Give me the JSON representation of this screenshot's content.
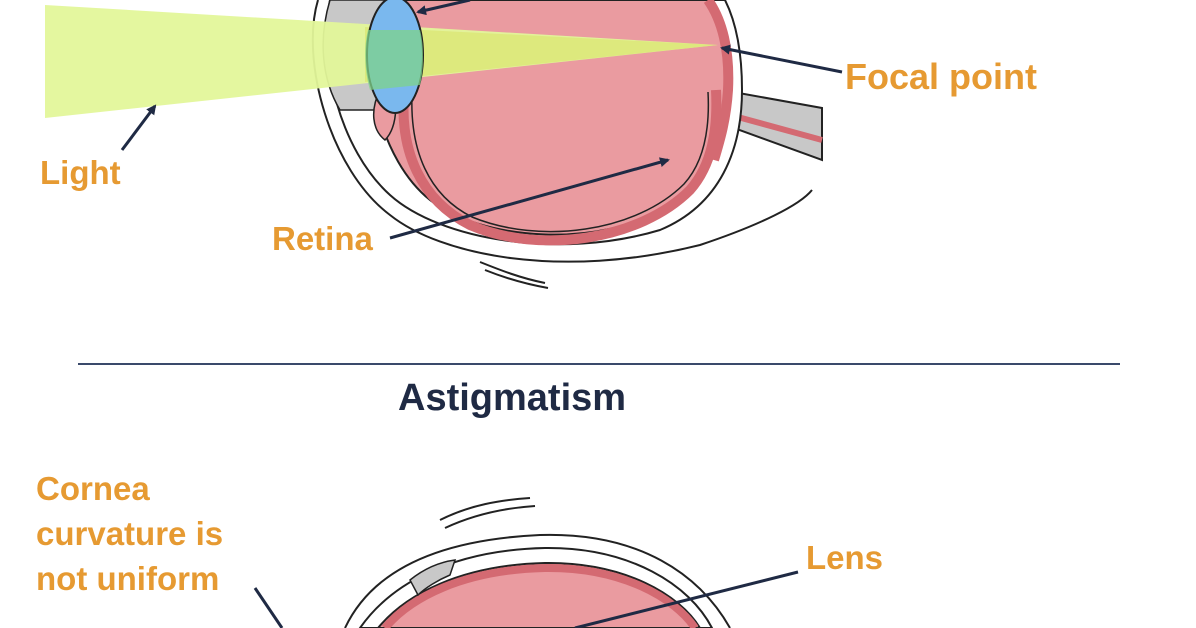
{
  "colors": {
    "label": "#e69a32",
    "title": "#1f2a44",
    "divider": "#3a4a6b",
    "arrow": "#1f2a44",
    "eye_fill": "#ea9ba0",
    "eye_wall": "#d46a72",
    "light_beam": "#e3f79a",
    "lens": "#7ab8ee",
    "lens_green": "#7fd38a",
    "gray": "#c8c8c8"
  },
  "labels": {
    "light": "Light",
    "retina": "Retina",
    "focal_point": "Focal point",
    "lens": "Lens",
    "cornea": "Cornea\ncurvature is\nnot uniform"
  },
  "titles": {
    "astigmatism": "Astigmatism"
  }
}
